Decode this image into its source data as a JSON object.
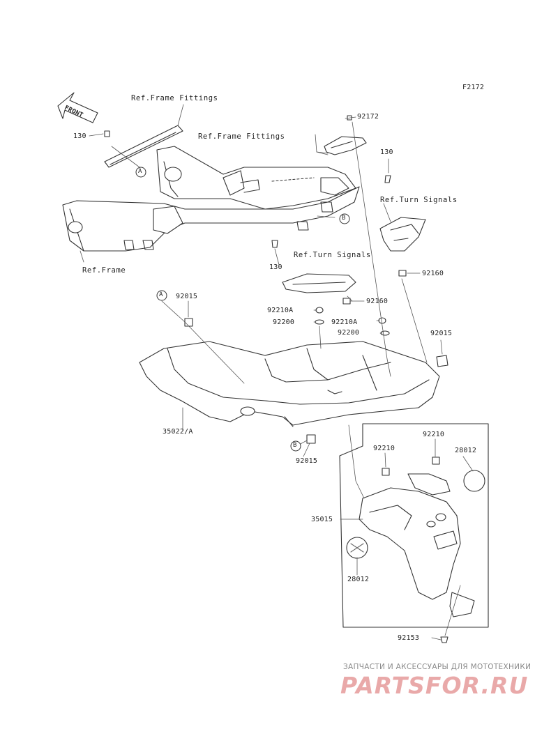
{
  "figure_code": "F2172",
  "front_arrow": "FRONT",
  "refs": {
    "frame_fittings_top": "Ref.Frame Fittings",
    "frame_fittings_mid": "Ref.Frame Fittings",
    "turn_signals_right": "Ref.Turn Signals",
    "turn_signals_center": "Ref.Turn Signals",
    "frame": "Ref.Frame"
  },
  "callouts": {
    "A": "A",
    "B": "B"
  },
  "parts": {
    "p130_top": "130",
    "p130_right": "130",
    "p130_bottom": "130",
    "p92172": "92172",
    "p92160_right": "92160",
    "p92160_center": "92160",
    "p92015_left": "92015",
    "p92015_right": "92015",
    "p92015_bottom": "92015",
    "p92210A_left": "92210A",
    "p92210A_right": "92210A",
    "p92200_left": "92200",
    "p92200_right": "92200",
    "p35022A": "35022/A",
    "p92210_left": "92210",
    "p92210_right": "92210",
    "p28012_top": "28012",
    "p28012_bottom": "28012",
    "p35015": "35015",
    "p92153": "92153"
  },
  "watermark": {
    "tagline": "ЗАПЧАСТИ И АКСЕССУАРЫ ДЛЯ МОТОТЕХНИКИ",
    "brand": "PARTSFOR.RU",
    "color": "#e9a9a9"
  }
}
